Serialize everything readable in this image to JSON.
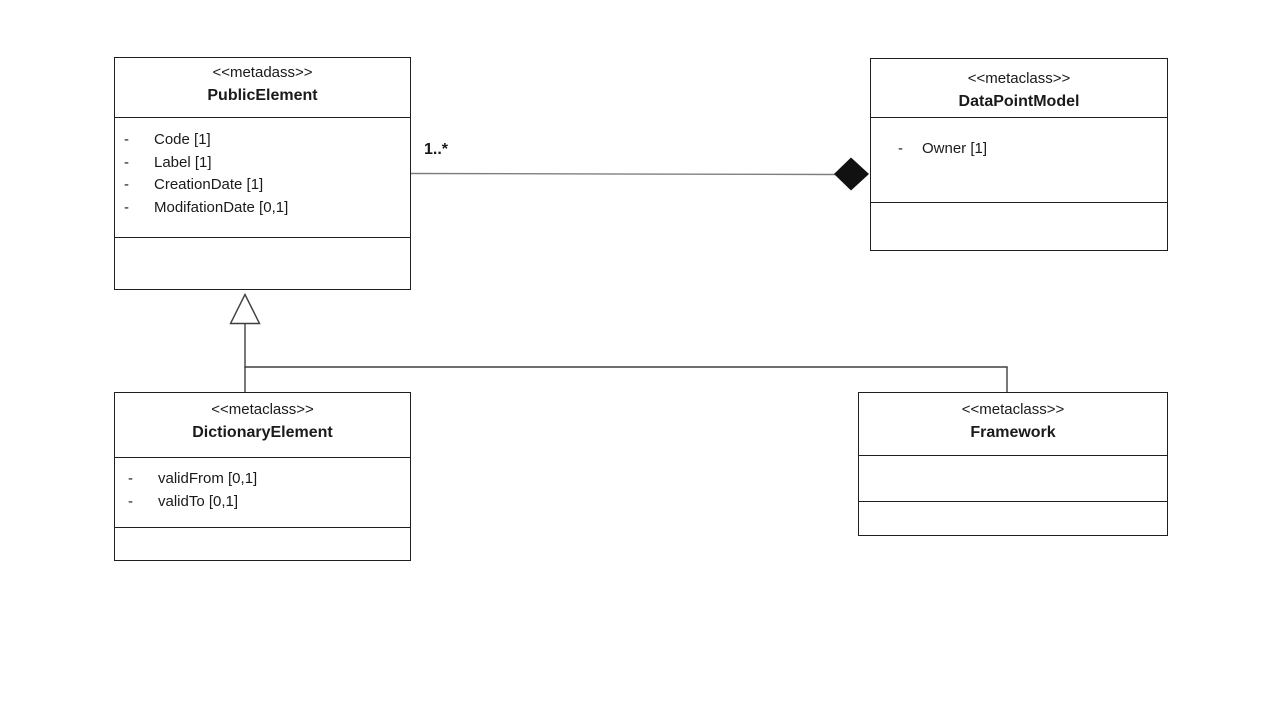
{
  "diagram": {
    "type": "uml-class-diagram",
    "classes": {
      "public_element": {
        "stereotype": "<<metadass>>",
        "name": "PublicElement",
        "attributes": [
          {
            "dash": "-",
            "label": "Code [1]"
          },
          {
            "dash": "-",
            "label": "Label [1]"
          },
          {
            "dash": "-",
            "label": "CreationDate [1]"
          },
          {
            "dash": "-",
            "label": "ModifationDate [0,1]"
          }
        ]
      },
      "datapoint_model": {
        "stereotype": "<<metaclass>>",
        "name": "DataPointModel",
        "attributes": [
          {
            "dash": "-",
            "label": "Owner [1]"
          }
        ]
      },
      "dictionary_element": {
        "stereotype": "<<metaclass>>",
        "name": "DictionaryElement",
        "attributes": [
          {
            "dash": "-",
            "label": "validFrom [0,1]"
          },
          {
            "dash": "-",
            "label": "validTo [0,1]"
          }
        ]
      },
      "framework": {
        "stereotype": "<<metaclass>>",
        "name": "Framework",
        "attributes": []
      }
    },
    "relationships": {
      "composition": {
        "multiplicity": "1..*"
      }
    },
    "colors": {
      "background": "#ffffff",
      "box_border": "#1f1f1f",
      "association_line": "#7f7f7f",
      "generalization_line": "#3f3f3f",
      "diamond_fill": "#111111",
      "triangle_fill": "#ffffff",
      "triangle_stroke": "#3f3f3f"
    }
  }
}
